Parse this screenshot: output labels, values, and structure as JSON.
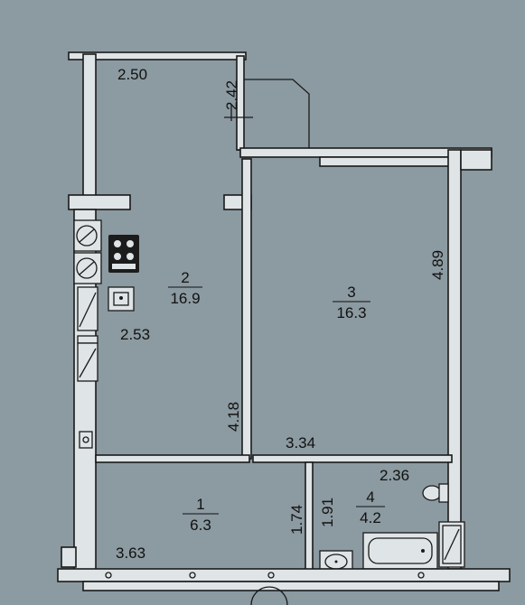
{
  "rooms": [
    {
      "number": "1",
      "area": "6.3"
    },
    {
      "number": "2",
      "area": "16.9"
    },
    {
      "number": "3",
      "area": "16.3"
    },
    {
      "number": "4",
      "area": "4.2"
    }
  ],
  "dimensions": {
    "loggia_width": "2.50",
    "loggia_depth": "2.42",
    "kitchen_width": "2.53",
    "kitchen_depth": "4.18",
    "room_depth": "4.89",
    "room_width": "3.34",
    "hall_width": "3.63",
    "hall_depth": "1.74",
    "bath_depth": "1.91",
    "bath_width": "2.36"
  },
  "icons": [
    "stove-icon",
    "sink-icon",
    "toilet-icon",
    "bathtub-icon",
    "washbasin-icon",
    "riser-icon"
  ]
}
